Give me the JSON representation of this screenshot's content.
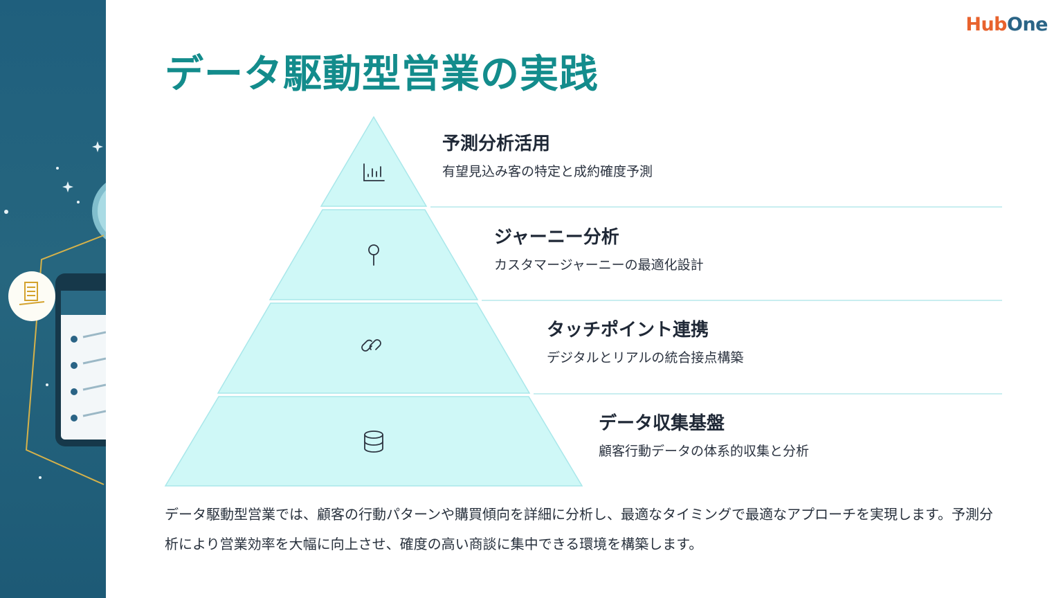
{
  "header": {
    "logo": {
      "text_left": "Hub",
      "text_right": "One"
    },
    "title": "データ駆動型営業の実践"
  },
  "pyramid": {
    "layers": [
      {
        "title": "予測分析活用",
        "description": "有望見込み客の特定と成約確度予測",
        "icon": "bar-chart-icon"
      },
      {
        "title": "ジャーニー分析",
        "description": "カスタマージャーニーの最適化設計",
        "icon": "map-pin-icon"
      },
      {
        "title": "タッチポイント連携",
        "description": "デジタルとリアルの統合接点構築",
        "icon": "link-icon"
      },
      {
        "title": "データ収集基盤",
        "description": "顧客行動データの体系的収集と分析",
        "icon": "database-icon"
      }
    ]
  },
  "body": {
    "paragraph": "データ駆動型営業では、顧客の行動パターンや購買傾向を詳細に分析し、最適なタイミングで最適なアプローチを実現します。予測分析により営業効率を大幅に向上させ、確度の高い商談に集中できる環境を構築します。"
  },
  "colors": {
    "accent": "#138c8c",
    "pyramid_fill": "#cff8f7",
    "pyramid_stroke": "#a9e7ea",
    "side_panel": "#1f5f7d"
  }
}
